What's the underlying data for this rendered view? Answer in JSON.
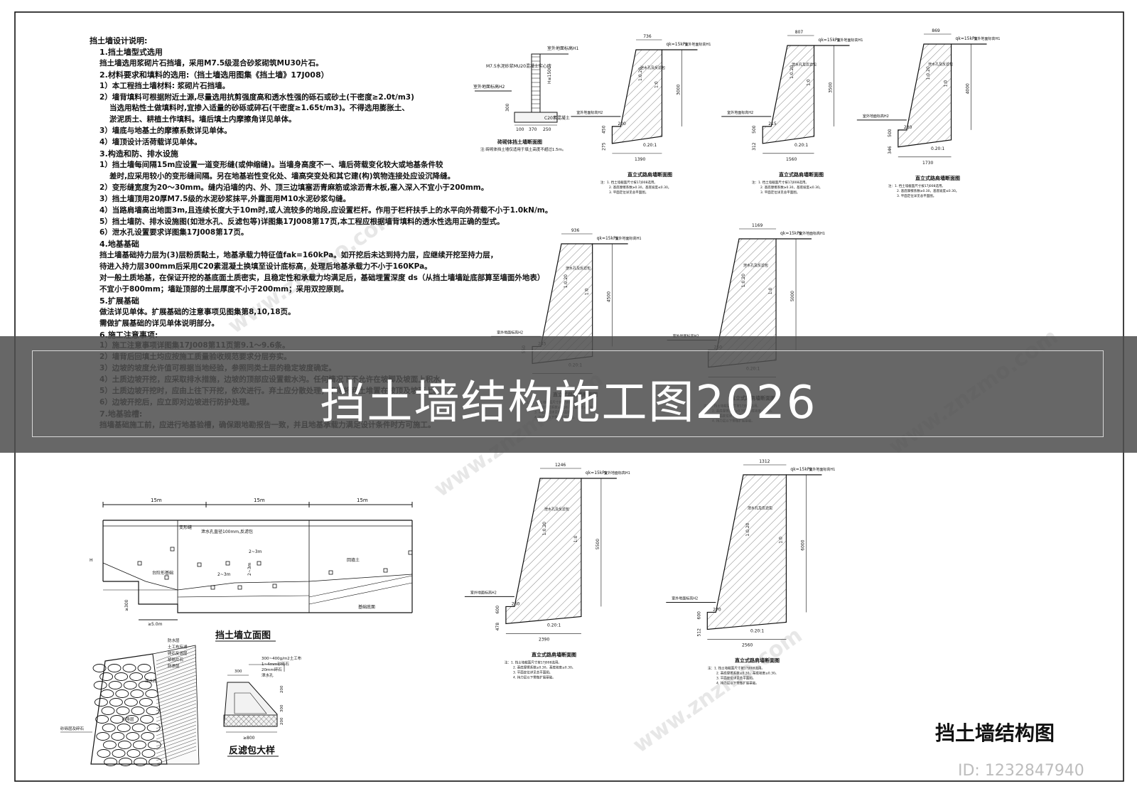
{
  "notes": {
    "title": "挡土墙设计说明:",
    "items": [
      {
        "level": "h",
        "text": "1.挡土墙型式选用"
      },
      {
        "level": "i1",
        "text": "挡土墙选用浆砌片石挡墙，采用M7.5级混合砂浆砌筑MU30片石。"
      },
      {
        "level": "h",
        "text": "2.材料要求和填料的选用:（挡土墙选用图集《挡土墙》17J008）"
      },
      {
        "level": "i1",
        "text": "1）本工程挡土墙材料: 浆砌片石挡墙。"
      },
      {
        "level": "i1",
        "text": "2）墙背填料可根据附近土源,尽量选用抗剪强度高和透水性强的砾石或砂土(干密度≥2.0t/m3)"
      },
      {
        "level": "i2",
        "text": "当选用粘性土做填料时,宜掺入适量的砂砾或碎石(干密度≥1.65t/m3)。不得选用膨胀土、"
      },
      {
        "level": "i2",
        "text": "淤泥质土、耕植土作填料。墙后填土内摩擦角详见单体。"
      },
      {
        "level": "i1",
        "text": "3）墙底与地基土的摩擦系数详见单体。"
      },
      {
        "level": "i1",
        "text": "4）墙顶设计活荷载详见单体。"
      },
      {
        "level": "h",
        "text": "3.构造和防、排水设施"
      },
      {
        "level": "i1",
        "text": "1）挡土墙每间隔15m应设置一道变形缝(或伸缩缝)。当墙身高度不一、墙后荷载变化较大或地基条件较"
      },
      {
        "level": "i2",
        "text": "差时,应采用较小的变形缝间隔。另在地基岩性变化处、墙高突变处和其它建(构)筑物连接处应设沉降缝。"
      },
      {
        "level": "i1",
        "text": "2）变形缝宽度为20～30mm。缝内沿墙的内、外、顶三边填塞沥青麻筋或涂沥青木板,塞入深入不宜小于200mm。"
      },
      {
        "level": "i1",
        "text": "3）挡土墙顶用20厚M7.5级的水泥砂浆抹平,外露面用M10水泥砂浆勾缝。"
      },
      {
        "level": "i1",
        "text": "4）当路肩墙高出地面3m,且连续长度大于10m时,或人流较多的地段,应设置栏杆。作用于栏杆扶手上的水平向外荷载不小于1.0kN/m。"
      },
      {
        "level": "i1",
        "text": "5）挡土墙防、排水设施图(如泄水孔、反滤包等)详图集17J008第17页,本工程应根据墙背填料的透水性选用正确的型式。"
      },
      {
        "level": "i1",
        "text": "6）泄水孔设置要求详图集17J008第17页。"
      },
      {
        "level": "h",
        "text": "4.地基基础"
      },
      {
        "level": "i1",
        "text": "挡土墙基础持力层为(3)层粉质黏土，地基承载力特征值fak=160kPa。如开挖后未达到持力层，应继续开挖至持力层，"
      },
      {
        "level": "i1",
        "text": "待进入持力层300mm后采用C20素混凝土换填至设计底标高，处理后地基承载力不小于160KPa。"
      },
      {
        "level": "i1",
        "text": "对一般土质地基，在保证开挖的基底面土质密实，且稳定性和承载力均满足后，基础埋置深度 ds（从挡土墙墙趾底部算至墙面外地表）"
      },
      {
        "level": "i1",
        "text": "不宜小于800mm；墙趾顶部的土层厚度不小于200mm；采用双控原则。"
      },
      {
        "level": "h",
        "text": "5.扩展基础"
      },
      {
        "level": "i1",
        "text": "做法详见单体。扩展基础的注意事项见图集第8,10,18页。"
      },
      {
        "level": "i1",
        "text": "需做扩展基础的详见单体说明部分。"
      },
      {
        "level": "h",
        "text": "6.施工注意事项:"
      },
      {
        "level": "i1",
        "text": "1）施工注意事项详图集17J008第11页第9.1～9.6条。"
      },
      {
        "level": "i1",
        "text": "2）墙背后回填土均应按施工质量验收规范要求分层夯实。"
      },
      {
        "level": "i1",
        "text": "3）边坡的坡度允许值可根据当地经验，参照同类土层的稳定坡度确定。"
      },
      {
        "level": "i1",
        "text": "4）土质边坡开挖，应采取排水措施，边坡的顶部应设置截水沟。任何情况下不允许在坡脚及坡面上积水。"
      },
      {
        "level": "i1",
        "text": "5）土质边坡开挖时，应由上往下开挖，依次进行。弃土应分散处理，不得将弃土堆置在坡顶及坡面上。"
      },
      {
        "level": "i1",
        "text": "6）边坡开挖后，应立即对边坡进行防护处理。"
      },
      {
        "level": "h",
        "text": "7.地基验槽:"
      },
      {
        "level": "i1",
        "text": "挡墙基础施工前，应进行地基验槽，确保跟地勘报告一致，并且地基承载力满足设计条件时方可施工。"
      }
    ]
  },
  "brick_section": {
    "title": "砖砌体挡土墙断面图",
    "top_label": "M7.5水泥砂浆MU20混凝土实心砖",
    "height_label": "H≤1500",
    "base_label": "C20素混凝土",
    "ground_label": "室外地面标高H2",
    "top_elev": "室外地面标高H1",
    "dims": [
      "100",
      "370",
      "250"
    ],
    "depth": "300",
    "note": "注:砖砌体挡土墙仅适用于填土高度不超过1.5m。"
  },
  "sections": [
    {
      "id": "s3000",
      "top_width": "736",
      "height": "3000",
      "base_width": "1390",
      "toe": "200",
      "depth": "450",
      "foot": "275",
      "slope": "1:0.20",
      "inner": "1:0",
      "q": "qk=15kPa",
      "title": "直立式路肩墙断面图"
    },
    {
      "id": "s3500",
      "top_width": "807",
      "height": "3500",
      "base_width": "1560",
      "toe": "215",
      "depth": "500",
      "foot": "312",
      "slope": "1:0.20",
      "inner": "1:0",
      "q": "qk=15kPa",
      "title": "直立式路肩墙断面图"
    },
    {
      "id": "s4000",
      "top_width": "869",
      "height": "4000",
      "base_width": "1730",
      "toe": "230",
      "depth": "500",
      "foot": "346",
      "slope": "1:0.20",
      "inner": "1:0",
      "q": "qk=15kPa",
      "title": "直立式路肩墙断面图"
    },
    {
      "id": "s4500",
      "top_width": "936",
      "height": "4500",
      "base_width": "",
      "toe": "245",
      "depth": "550",
      "foot": "",
      "slope": "1:0.20",
      "inner": "1:0",
      "q": "qk=15kPa",
      "title": "直立式路肩墙断面图"
    },
    {
      "id": "s5000",
      "top_width": "1169",
      "height": "5000",
      "base_width": "",
      "toe": "250",
      "depth": "",
      "foot": "",
      "slope": "1:0.20",
      "inner": "1:0",
      "q": "qk=15kPa",
      "title": "直立式路肩墙断面图"
    },
    {
      "id": "s5500",
      "top_width": "1246",
      "height": "5500",
      "base_width": "2390",
      "toe": "260",
      "depth": "600",
      "foot": "478",
      "slope": "1:0.20",
      "inner": "1:0",
      "q": "qk=15kPa",
      "title": "直立式路肩墙断面图"
    },
    {
      "id": "s6000",
      "top_width": "1312",
      "height": "6000",
      "base_width": "2560",
      "toe": "270",
      "depth": "600",
      "foot": "512",
      "slope": "1:0.20",
      "inner": "1:0",
      "q": "qk=15kPa",
      "title": "直立式路肩墙断面图"
    }
  ],
  "section_labels": {
    "top_elev": "室外地面标高H1",
    "bottom_elev": "室外地面标高H2",
    "drain": "泄水孔及反滤包",
    "note1": "注：1. 挡土墙截面尺寸按17J008选用。",
    "note2": "2. 基底摩擦系数≥0.30，基底坡度≤0.30。",
    "note3": "3. 平面定位详见总平面图。",
    "note4": "4. 持力层以下需做扩展基础。",
    "ratio": "0.20:1"
  },
  "elevation": {
    "title": "挡土墙立面图",
    "spans": [
      "15m",
      "15m",
      "15m"
    ],
    "labels": {
      "joint": "变形缝",
      "hole": "泄水孔直径100mm,反滤包",
      "spacing1": "2~3m",
      "spacing2": "2~3m",
      "spacing3": "2~3m",
      "step": "台阶形基础",
      "foot": "基础底面",
      "fill": "回填土",
      "min_len": "≥5.0m",
      "depth": "≥300",
      "height": "H"
    }
  },
  "detail": {
    "title": "反滤包大样",
    "spec": "300~400g/m2土工布",
    "gravel": "1~4mm砂砾石",
    "gravel2": "20mm碎石",
    "pipe": "泄水孔",
    "dims": [
      "300",
      "200",
      "300",
      "200"
    ],
    "width": "≥800"
  },
  "stone_wall": {
    "labels": [
      "防水层",
      "土工布反滤",
      "卵石反滤层",
      "浆砌片石",
      "防渗层",
      "泄水孔",
      "砂垫层"
    ],
    "bottom": "砂砾层及碎石"
  },
  "sheet_title": "挡土墙结构图",
  "banner_title": "挡土墙结构施工图2026",
  "watermark_id": "ID: 1232847940",
  "colors": {
    "banner": "#4e4e4e",
    "ink": "#111111",
    "hatch": "#333333"
  }
}
